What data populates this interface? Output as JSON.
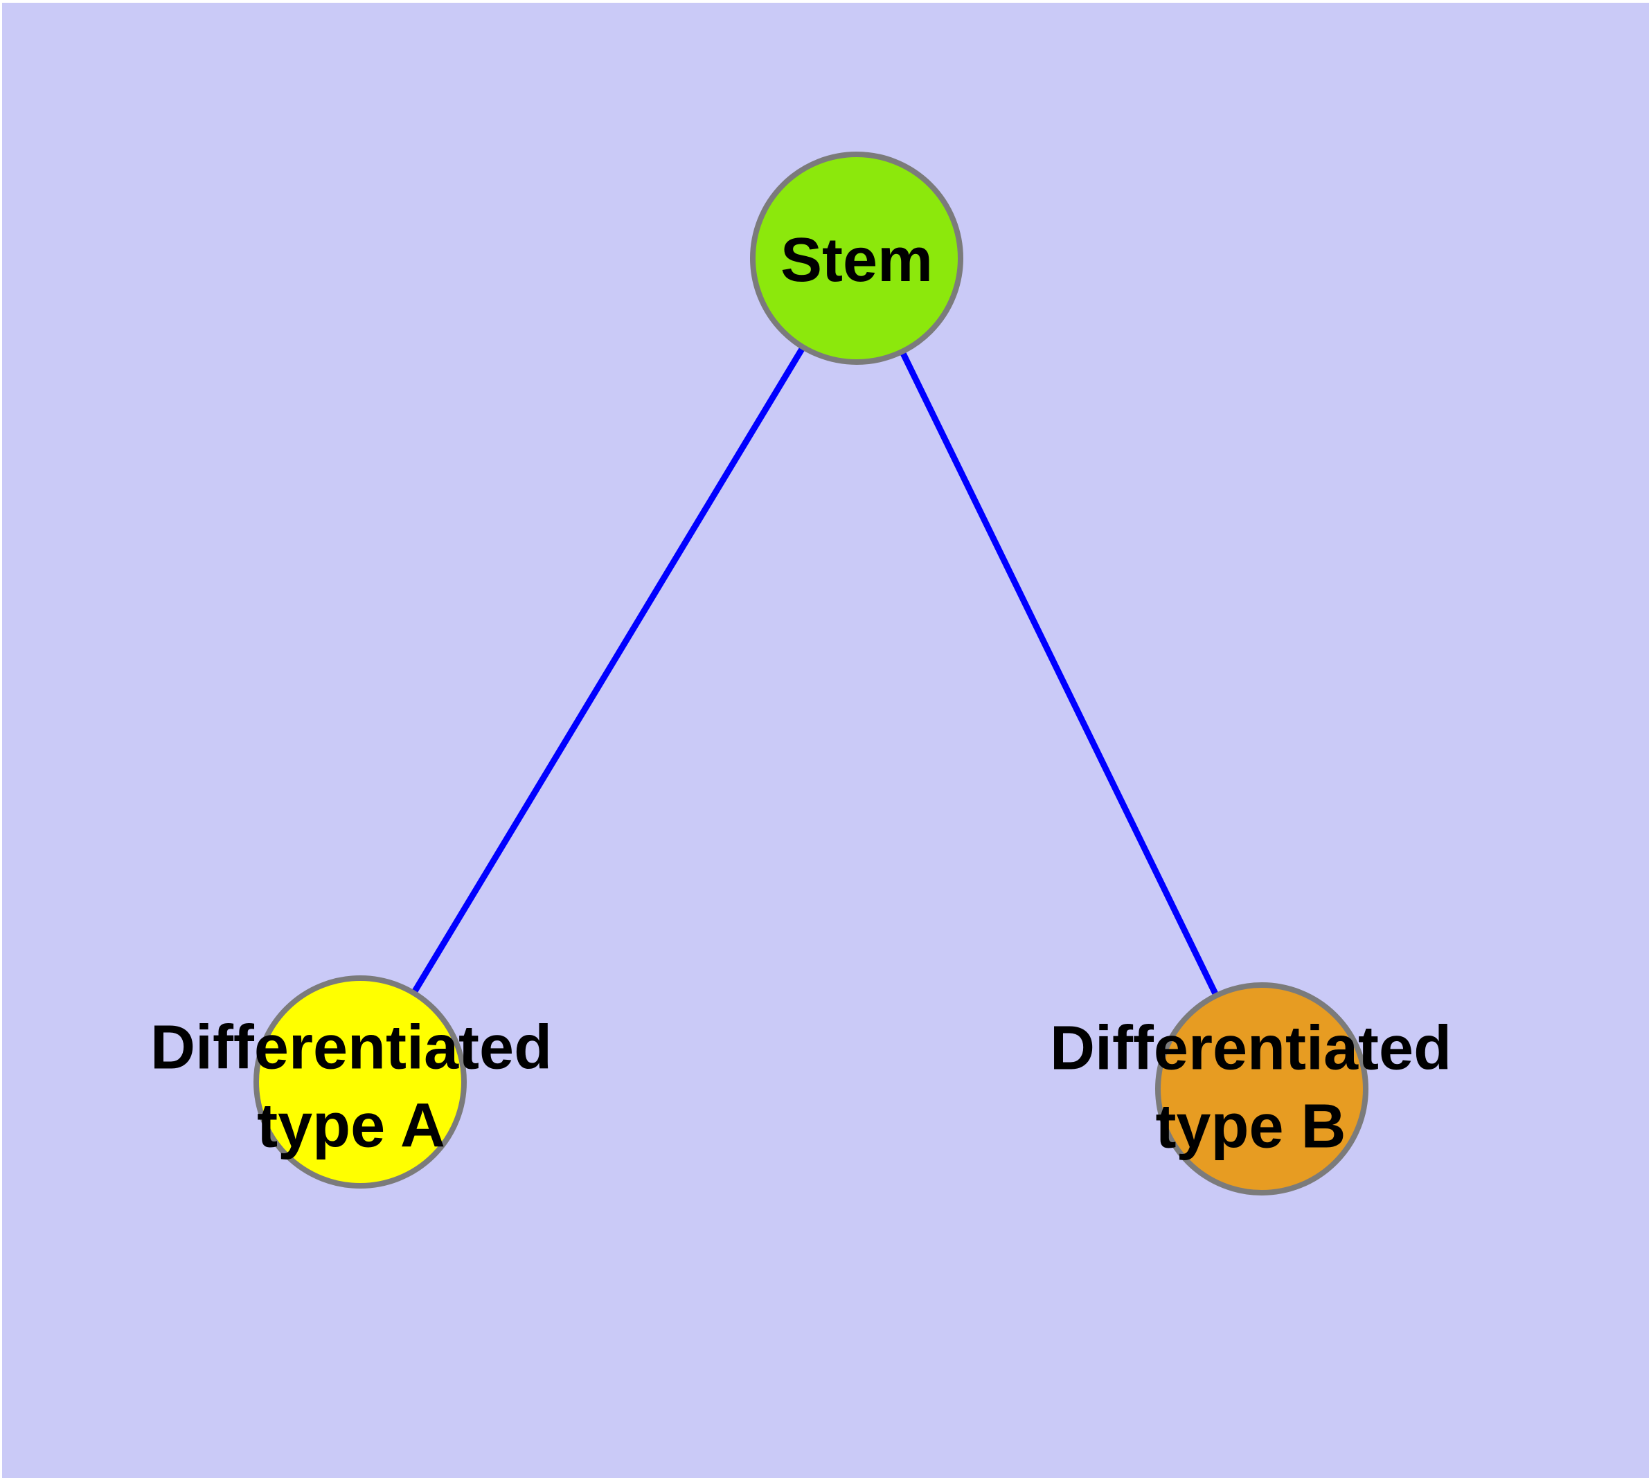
{
  "theme": {
    "page_background": "#ffffff",
    "background": "#cacaf7",
    "edge_color": "#0000ff",
    "node_border_color": "#7b7b7b",
    "label_color": "#000000"
  },
  "diagram": {
    "type": "graph",
    "description_visible_text_only": "",
    "nodes": [
      {
        "id": "stem",
        "label": "Stem",
        "fill": "#8ce80c"
      },
      {
        "id": "type_a",
        "label_line1": "Differentiated",
        "label_line2": "type A",
        "fill": "#ffff00"
      },
      {
        "id": "type_b",
        "label_line1": "Differentiated",
        "label_line2": "type B",
        "fill": "#e79c22"
      }
    ],
    "edges": [
      {
        "from": "stem",
        "to": "type_a"
      },
      {
        "from": "stem",
        "to": "type_b"
      }
    ]
  }
}
